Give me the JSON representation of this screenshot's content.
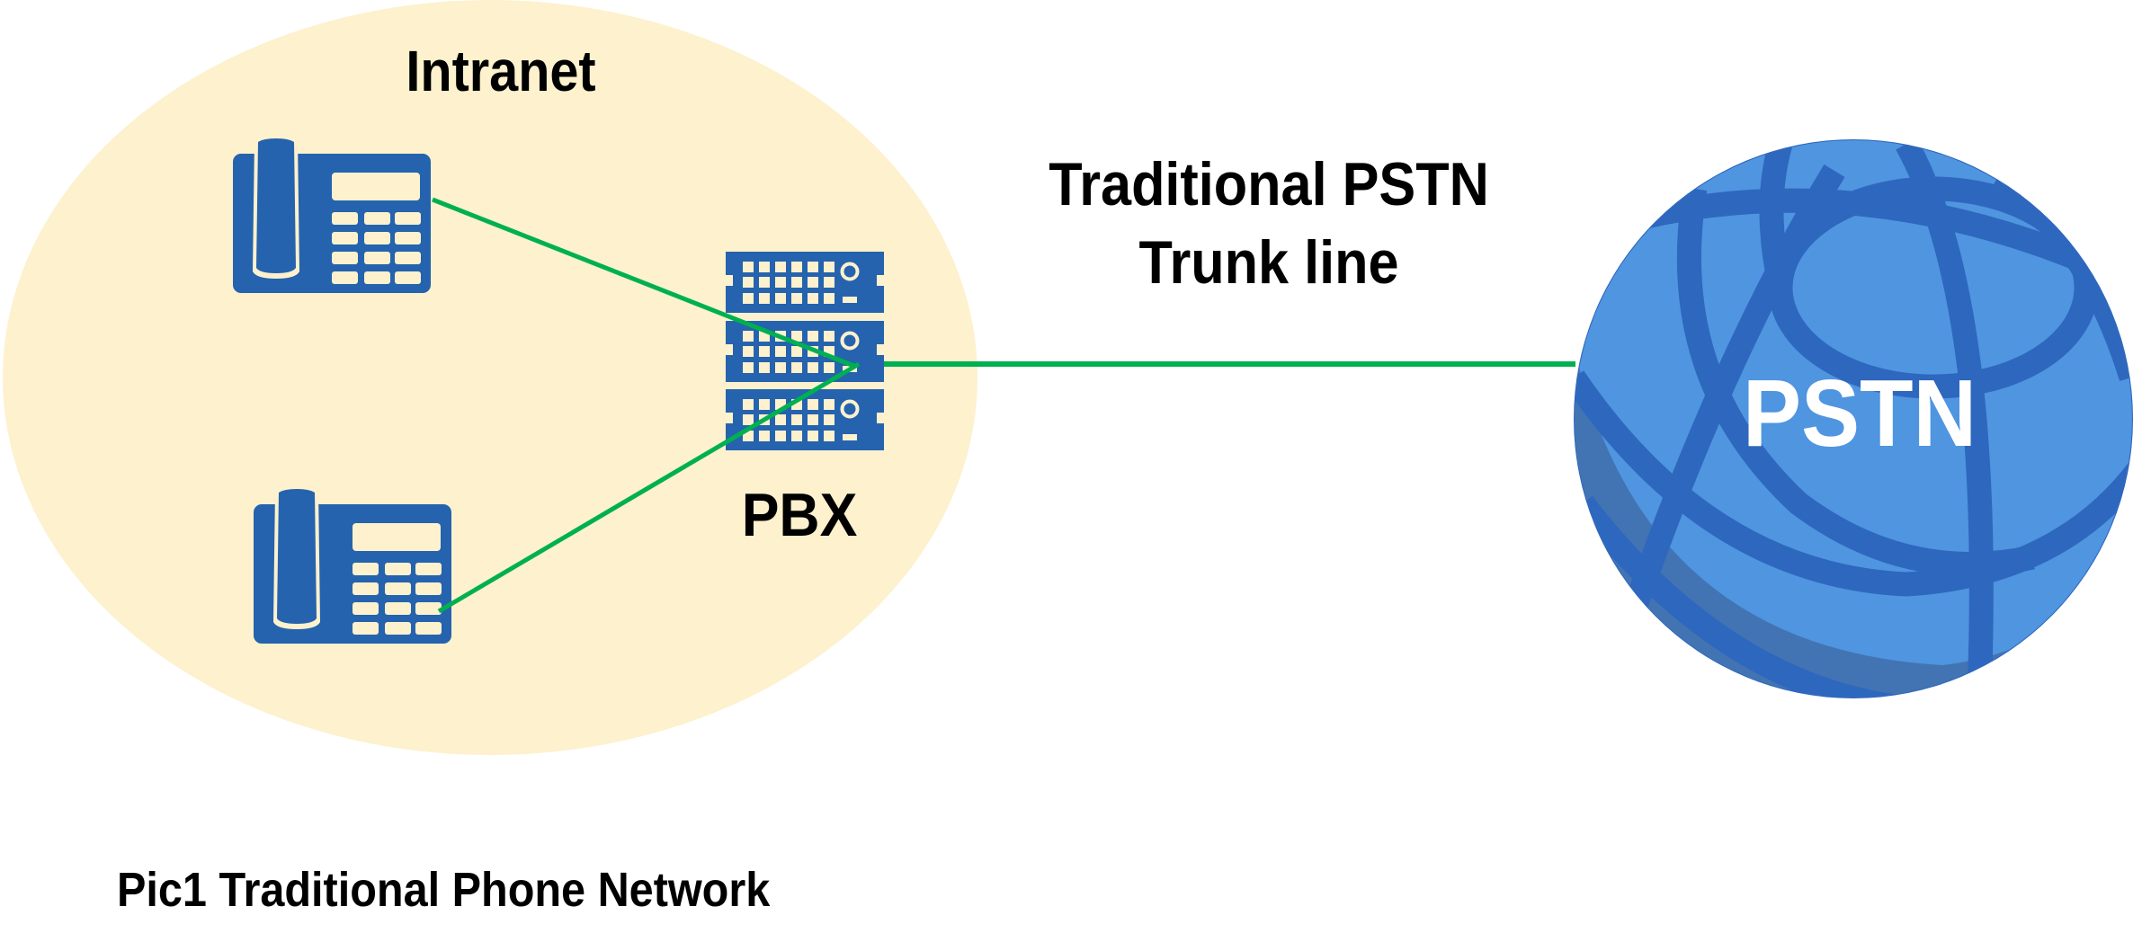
{
  "diagram": {
    "caption": "Pic1 Traditional Phone Network",
    "intranet": {
      "label": "Intranet"
    },
    "pbx": {
      "label": "PBX"
    },
    "trunk": {
      "label_line1": "Traditional PSTN",
      "label_line2": "Trunk line"
    },
    "pstn": {
      "label": "PSTN"
    },
    "nodes": [
      {
        "id": "phone-1",
        "type": "desk-phone-icon"
      },
      {
        "id": "phone-2",
        "type": "desk-phone-icon"
      },
      {
        "id": "pbx",
        "type": "server-rack-icon"
      },
      {
        "id": "pstn",
        "type": "globe-icon"
      }
    ],
    "edges": [
      {
        "from": "phone-1",
        "to": "pbx"
      },
      {
        "from": "phone-2",
        "to": "pbx"
      },
      {
        "from": "pbx",
        "to": "pstn",
        "label": "Traditional PSTN Trunk line"
      }
    ],
    "colors": {
      "intranet_fill": "#FDF1CE",
      "device_blue": "#2563AE",
      "link_green": "#00B050",
      "globe_light": "#4F95E0",
      "globe_band": "#2E67BE",
      "globe_shade": "#3F6FAA"
    }
  }
}
